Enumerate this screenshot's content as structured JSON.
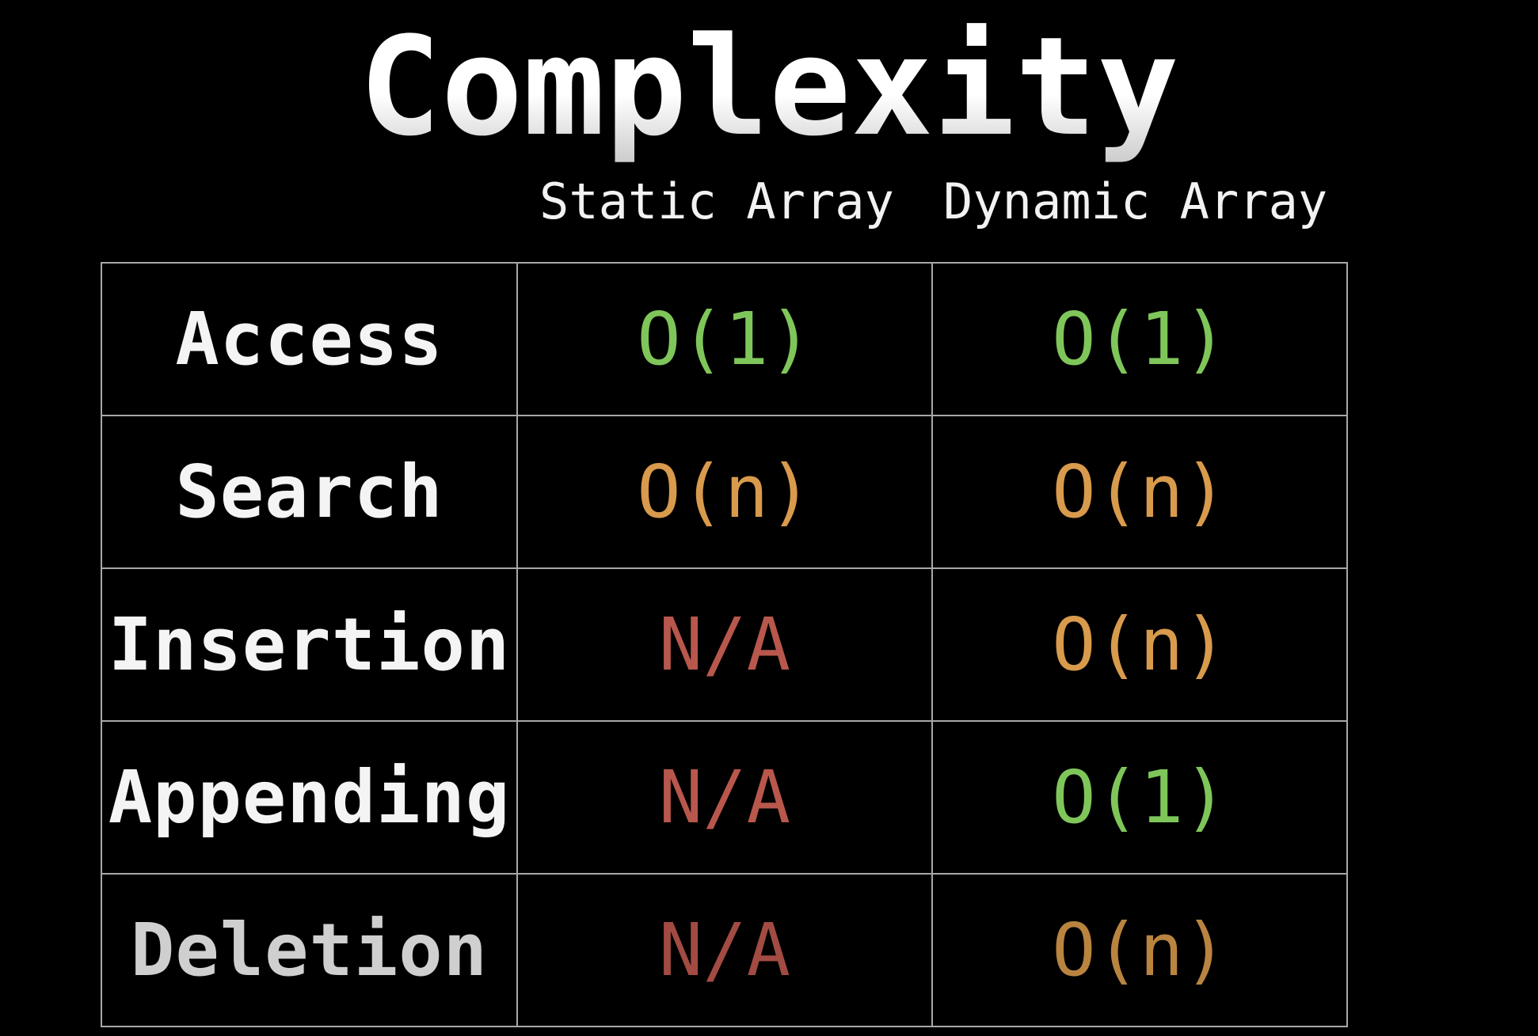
{
  "title": "Complexity",
  "columns": {
    "static": "Static Array",
    "dynamic": "Dynamic Array"
  },
  "colors": {
    "constant": "#7fc65a",
    "linear": "#d89a4c",
    "not_applicable": "#b8574c",
    "grid_line": "#a8a8a8",
    "background": "#000000"
  },
  "rows": [
    {
      "label": "Access",
      "static": "O(1)",
      "dynamic": "O(1)"
    },
    {
      "label": "Search",
      "static": "O(n)",
      "dynamic": "O(n)"
    },
    {
      "label": "Insertion",
      "static": "N/A",
      "dynamic": "O(n)"
    },
    {
      "label": "Appending",
      "static": "N/A",
      "dynamic": "O(1)"
    },
    {
      "label": "Deletion",
      "static": "N/A",
      "dynamic": "O(n)"
    }
  ]
}
